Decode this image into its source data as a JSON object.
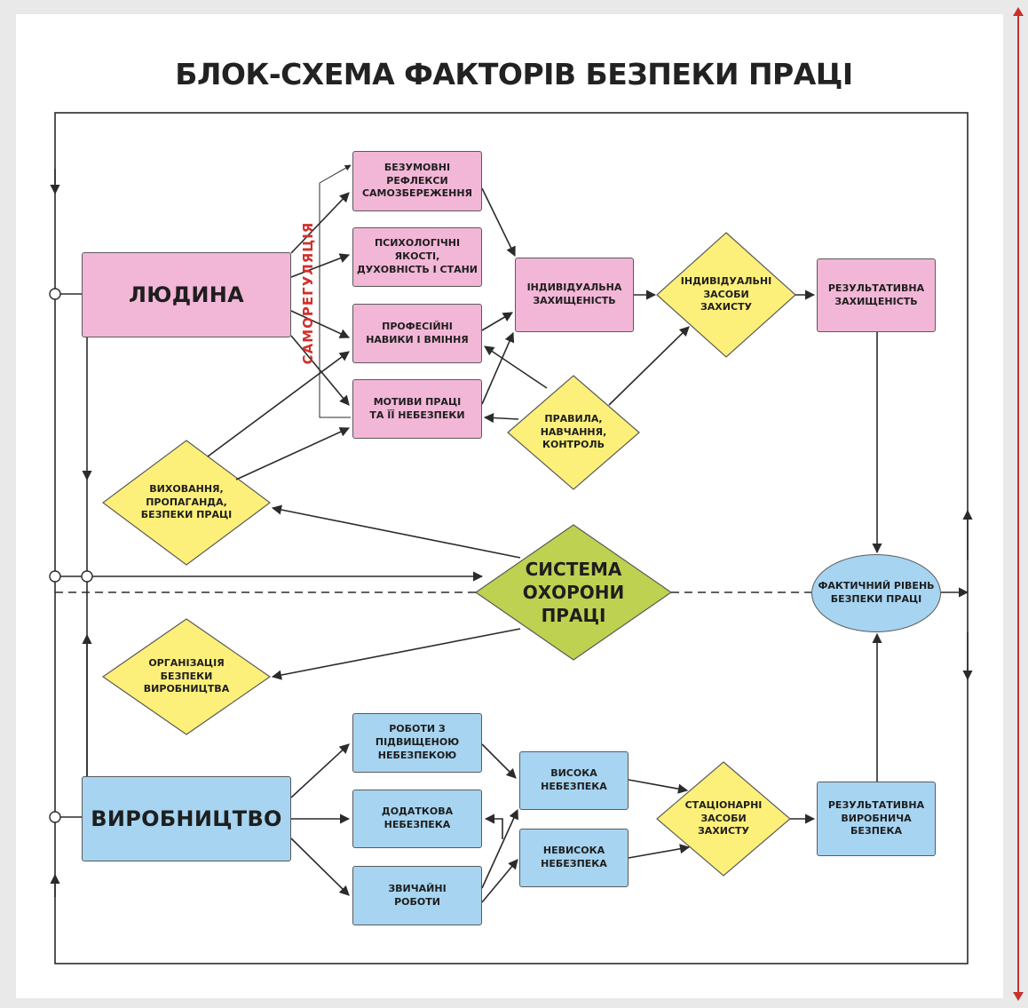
{
  "title": "БЛОК-СХЕМА ФАКТОРІВ БЕЗПЕКИ ПРАЦІ",
  "colors": {
    "human": "#f2b6d6",
    "production": "#a6d4f1",
    "diamond": "#fdf07a",
    "system": "#bed150",
    "line": "#2b2b2b",
    "accent_text": "#d0312d"
  },
  "self_regulation": "САМОРЕГУЛЯЦІЯ",
  "nodes": {
    "human": "ЛЮДИНА",
    "reflexes": "БЕЗУМОВНІ\nРЕФЛЕКСИ\nСАМОЗБЕРЕЖЕННЯ",
    "psych": "ПСИХОЛОГІЧНІ\nЯКОСТІ,\nДУХОВНІСТЬ І СТАНИ",
    "skills": "ПРОФЕСІЙНІ\nНАВИКИ І ВМІННЯ",
    "motives": "МОТИВИ ПРАЦІ\nТА ЇЇ НЕБЕЗПЕКИ",
    "indiv_protection": "ІНДИВІДУАЛЬНА\nЗАХИЩЕНІСТЬ",
    "indiv_means": "ІНДИВІДУАЛЬНІ\nЗАСОБИ\nЗАХИСТУ",
    "result_protection": "РЕЗУЛЬТАТИВНА\nЗАХИЩЕНІСТЬ",
    "rules": "ПРАВИЛА,\nНАВЧАННЯ,\nКОНТРОЛЬ",
    "education": "ВИХОВАННЯ,\nПРОПАГАНДА,\nБЕЗПЕКИ ПРАЦІ",
    "system": "СИСТЕМА\nОХОРОНИ\nПРАЦІ",
    "actual_level": "ФАКТИЧНИЙ РІВЕНЬ\nБЕЗПЕКИ ПРАЦІ",
    "organization": "ОРГАНІЗАЦІЯ\nБЕЗПЕКИ\nВИРОБНИЦТВА",
    "production": "ВИРОБНИЦТВО",
    "high_danger_works": "РОБОТИ З\nПІДВИЩЕНОЮ\nНЕБЕЗПЕКОЮ",
    "extra_danger": "ДОДАТКОВА\nНЕБЕЗПЕКА",
    "ordinary_works": "ЗВИЧАЙНІ\nРОБОТИ",
    "high_danger": "ВИСОКА\nНЕБЕЗПЕКА",
    "low_danger": "НЕВИСОКА\nНЕБЕЗПЕКА",
    "stationary_means": "СТАЦІОНАРНІ\nЗАСОБИ\nЗАХИСТУ",
    "result_safety": "РЕЗУЛЬТАТИВНА\nВИРОБНИЧА\nБЕЗПЕКА"
  }
}
